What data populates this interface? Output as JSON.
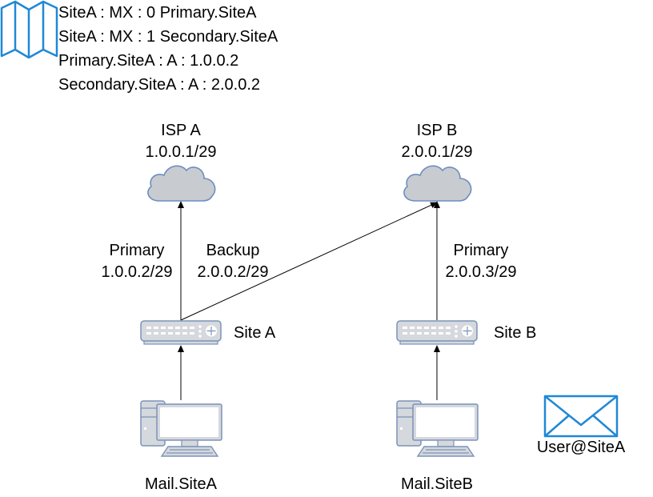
{
  "dns_records": [
    "SiteA : MX : 0 Primary.SiteA",
    "SiteA : MX : 1 Secondary.SiteA",
    "Primary.SiteA : A : 1.0.0.2",
    "Secondary.SiteA : A : 2.0.0.2"
  ],
  "isp_a": {
    "name": "ISP A",
    "address": "1.0.0.1/29"
  },
  "isp_b": {
    "name": "ISP B",
    "address": "2.0.0.1/29"
  },
  "links": {
    "site_a_primary": {
      "label": "Primary",
      "address": "1.0.0.2/29"
    },
    "site_a_backup": {
      "label": "Backup",
      "address": "2.0.0.2/29"
    },
    "site_b_primary": {
      "label": "Primary",
      "address": "2.0.0.3/29"
    }
  },
  "routers": {
    "site_a": "Site A",
    "site_b": "Site B"
  },
  "servers": {
    "site_a": "Mail.SiteA",
    "site_b": "Mail.SiteB"
  },
  "user": {
    "email": "User@SiteA"
  },
  "colors": {
    "icon_blue": "#1f88d6",
    "cloud_fill": "#c8cbd0",
    "cloud_stroke": "#6c8ebf",
    "device_fill": "#d5d8dd",
    "device_stroke": "#7b93b8"
  }
}
